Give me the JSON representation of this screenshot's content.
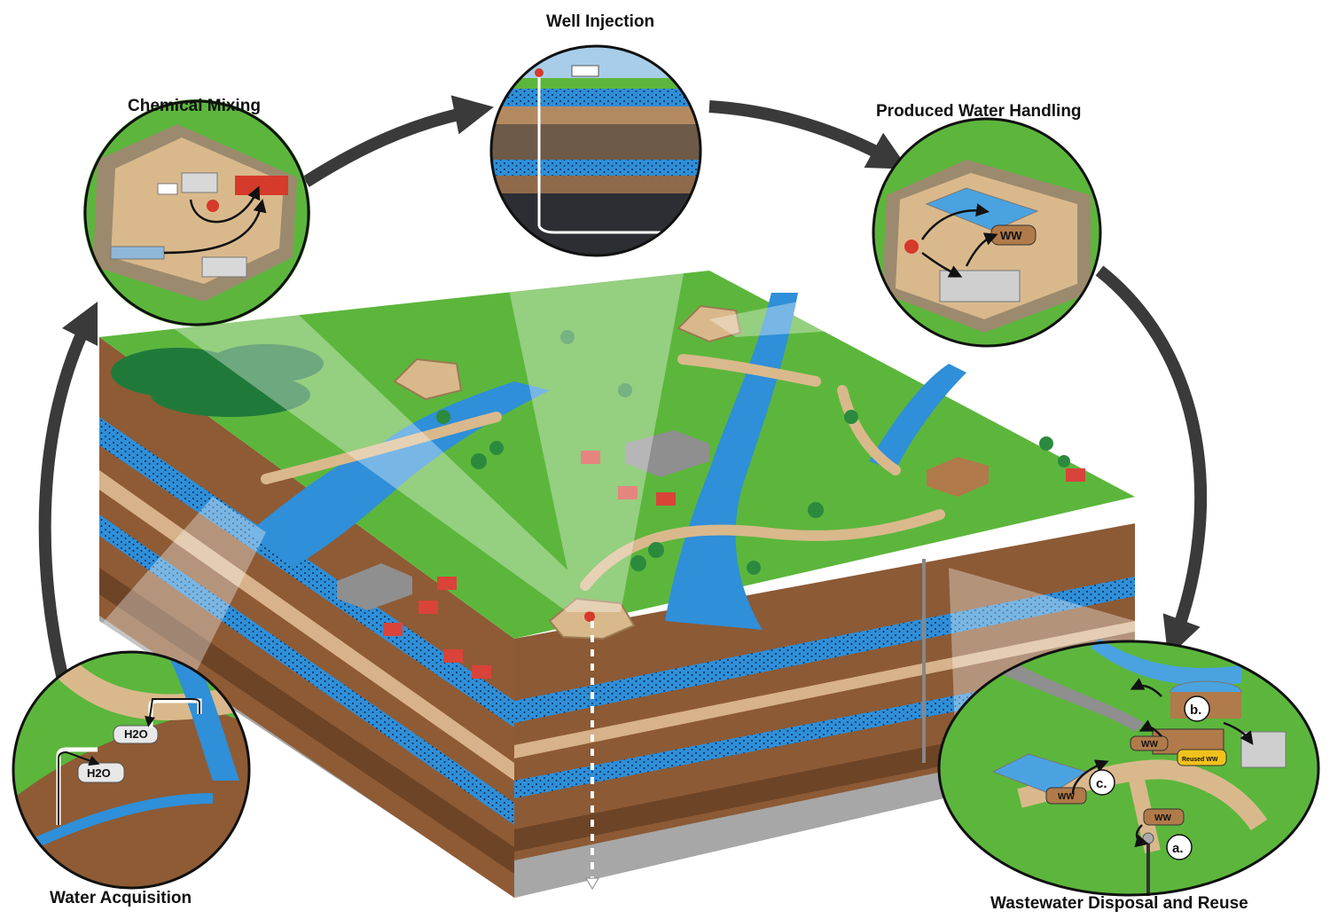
{
  "stages": {
    "chemical_mixing": "Chemical Mixing",
    "well_injection": "Well Injection",
    "produced_water": "Produced Water Handling",
    "water_acquisition": "Water Acquisition",
    "wastewater": "Wastewater Disposal and Reuse"
  },
  "circle_labels": {
    "h2o": "H2O",
    "ww": "WW",
    "reused_ww": "Reused WW",
    "a": "a.",
    "b": "b.",
    "c": "c."
  },
  "colors": {
    "grass": "#5cb63c",
    "dirt": "#d9b98c",
    "water": "#2f8fd8",
    "soil": "#8a5a36",
    "arrow": "#3a3a3a",
    "well": "#d63a2a",
    "house": "#d9433a"
  }
}
